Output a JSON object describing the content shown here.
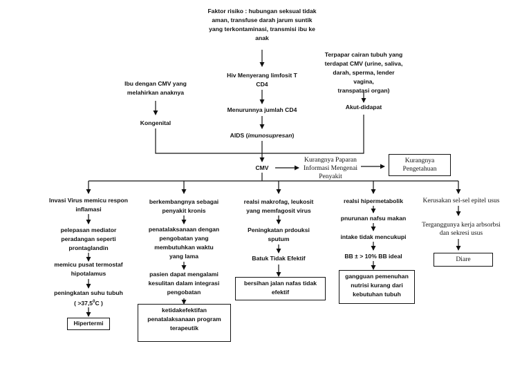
{
  "risk_factor": "Faktor risiko : hubungan seksual tidak\naman, transfuse darah jarum suntik\nyang terkontaminasi, transmisi ibu ke\nanak",
  "hiv_attack": "Hiv Menyerang limfosit T\nCD4",
  "cd4_decrease": "Menurunnya jumlah CD4",
  "aids_prefix": "AIDS (",
  "aids_italic": "imunosupresan",
  "aids_suffix": ")",
  "mother_cmv": "Ibu dengan CMV yang\nmelahirkan anaknya",
  "congenital": "Kongenital",
  "exposed_fluids": "Terpapar cairan tubuh yang\nterdapat CMV (urine, saliva,\ndarah, sperma, lender vagina,\ntranspatasi organ)",
  "acute_acquired": "Akut-didapat",
  "cmv": "CMV",
  "lack_info": "Kurangnya Paparan\nInformasi Mengenai\nPenyakit",
  "lack_knowledge": "Kurangnya\nPengetahuan",
  "branch1": {
    "step1": "Invasi Virus memicu respon\ninflamasi",
    "step2": "pelepasan mediator\nperadangan seperti\nprontaglandin",
    "step3": "memicu pusat termostaf\nhipotalamus",
    "step4": "peningkatan suhu tubuh\n( >37,5",
    "step4_sup": "0",
    "step4_end": "C )",
    "outcome": "Hipertermi"
  },
  "branch2": {
    "step1": "berkembangnya sebagai\npenyakit kronis",
    "step2": "penatalaksanaan dengan\npengobatan yang\nmembutuhkan waktu\nyang lama",
    "step3": "pasien dapat mengalami\nkesulitan dalam integrasi\npengobatan",
    "outcome": "ketidakefektifan\npenatalaksanaan program\nterapeutik"
  },
  "branch3": {
    "step1": "realsi makrofag, leukosit\nyang memfagosit virus",
    "step2": "Peningkatan prdouksi\nsputum",
    "step3": "Batuk Tidak Efektif",
    "outcome": "bersihan jalan nafas tidak\nefektif"
  },
  "branch4": {
    "step1": "realsi hipermetabolik",
    "step2": "pnurunan nafsu makan",
    "step3": "intake tidak mencukupi",
    "step4": "BB ± > 10% BB ideal",
    "outcome": "gangguan pemenuhan\nnutrisi kurang dari\nkebutuhan tubuh"
  },
  "branch5": {
    "step1": "Kerusakan sel-sel epitel usus",
    "step2": "Terganggunya kerja arbsorbsi\ndan sekresi usus",
    "outcome": "Diare"
  }
}
